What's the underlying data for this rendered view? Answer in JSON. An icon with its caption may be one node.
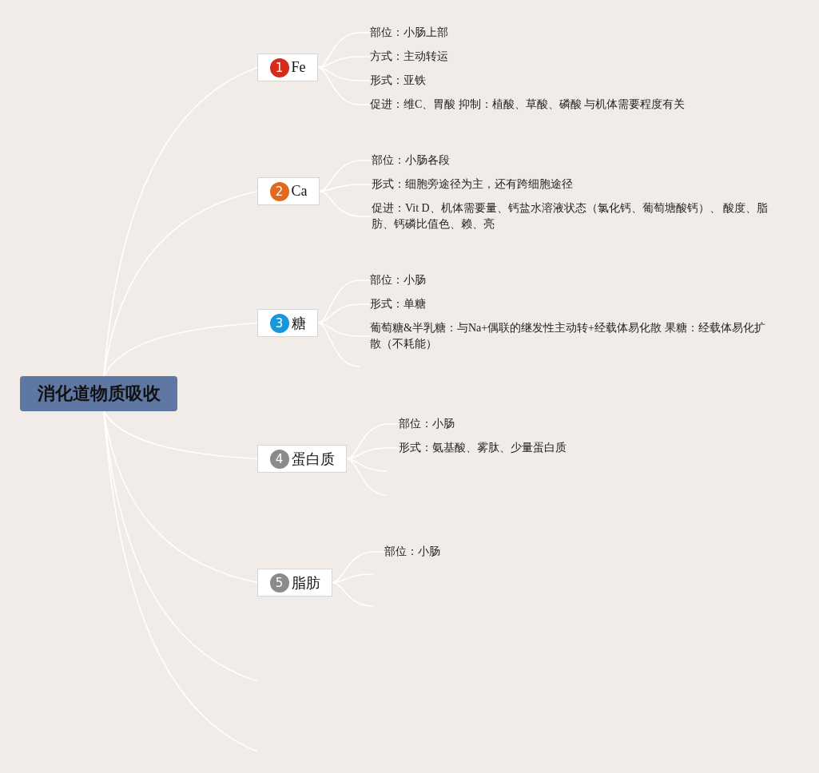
{
  "diagram": {
    "nodes": [
      {
        "text": [
          "消化道物质吸收"
        ]
      },
      {
        "text": [
          "1",
          "Fe"
        ]
      },
      {
        "text": [
          "部位：小肠上部"
        ]
      },
      {
        "text": [
          "方式：主动转运"
        ]
      },
      {
        "text": [
          "形式：亚铁"
        ]
      },
      {
        "text": [
          "促进：维C、胃酸 抑制：植酸、草酸、磷酸 与机体需要程度有关"
        ]
      },
      {
        "text": [
          "2",
          "Ca"
        ]
      },
      {
        "text": [
          "部位：小肠各段"
        ]
      },
      {
        "text": [
          "形式：细胞旁途径为主，还有跨细胞途径"
        ]
      },
      {
        "text": [
          "促进：Vit D、机体需要量、钙盐水溶液状态（氯化钙、葡萄塘酸钙）、 酸度、脂肪、钙磷比值色、赖、亮"
        ]
      },
      {
        "text": [
          "3",
          "糖"
        ]
      },
      {
        "text": [
          "部位：小肠"
        ]
      },
      {
        "text": [
          "形式：单糖"
        ]
      },
      {
        "text": [
          "葡萄糖&半乳糖：与Na+偶联的继发性主动转+经载体易化散 果糖：经载体易化扩散（不耗能）"
        ]
      },
      {
        "text": [
          "4",
          "蛋白质"
        ]
      },
      {
        "text": [
          "部位：小肠"
        ]
      },
      {
        "text": [
          "形式：氨基酸、雾肽、少量蛋白质"
        ]
      },
      {
        "text": [
          "5",
          "脂肪"
        ]
      },
      {
        "text": [
          "部位：小肠"
        ]
      }
    ],
    "edges": [
      {
        "from": 0,
        "to": 1,
        "arrow": "none"
      },
      {
        "from": 1,
        "to": 2,
        "arrow": "none"
      },
      {
        "from": 1,
        "to": 3,
        "arrow": "none"
      },
      {
        "from": 1,
        "to": 4,
        "arrow": "none"
      },
      {
        "from": 1,
        "to": 5,
        "arrow": "none"
      },
      {
        "from": 0,
        "to": 6,
        "arrow": "none"
      },
      {
        "from": 6,
        "to": 7,
        "arrow": "none"
      },
      {
        "from": 6,
        "to": 8,
        "arrow": "none"
      },
      {
        "from": 6,
        "to": 9,
        "arrow": "none"
      },
      {
        "from": 0,
        "to": 10,
        "arrow": "none"
      },
      {
        "from": 10,
        "to": 11,
        "arrow": "none"
      },
      {
        "from": 10,
        "to": 12,
        "arrow": "none"
      },
      {
        "from": 10,
        "to": 13,
        "arrow": "none"
      },
      {
        "from": 10,
        "to": null,
        "arrow": "none"
      },
      {
        "from": 0,
        "to": 14,
        "arrow": "none"
      },
      {
        "from": 14,
        "to": 15,
        "arrow": "none"
      },
      {
        "from": 14,
        "to": 16,
        "arrow": "none"
      },
      {
        "from": 14,
        "to": null,
        "arrow": "none"
      },
      {
        "from": 14,
        "to": null,
        "arrow": "none"
      },
      {
        "from": 0,
        "to": 17,
        "arrow": "none"
      },
      {
        "from": 17,
        "to": 18,
        "arrow": "none"
      },
      {
        "from": 17,
        "to": null,
        "arrow": "none"
      },
      {
        "from": 17,
        "to": null,
        "arrow": "none"
      },
      {
        "from": 0,
        "to": null,
        "arrow": "none"
      },
      {
        "from": 0,
        "to": null,
        "arrow": "none"
      }
    ]
  }
}
